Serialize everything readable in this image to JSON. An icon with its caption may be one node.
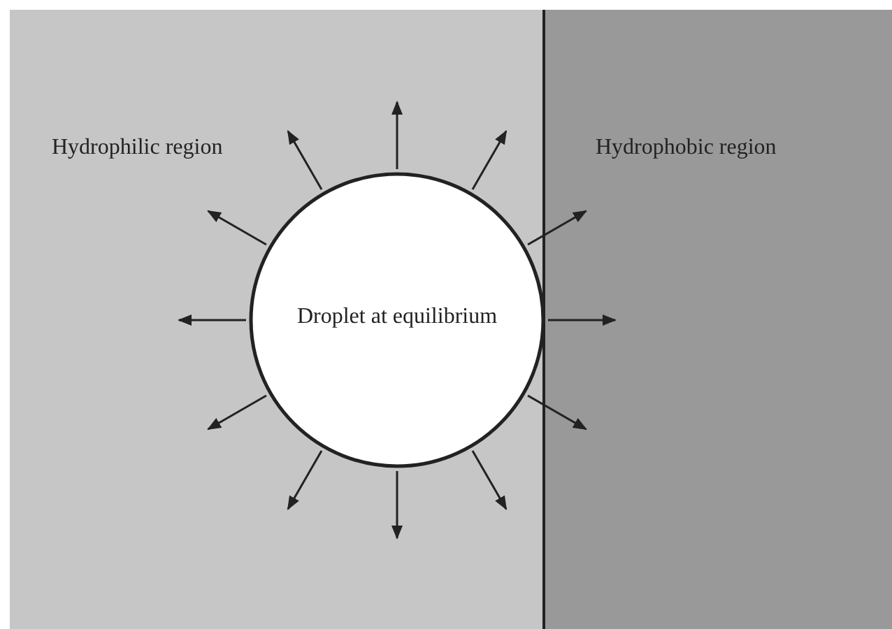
{
  "diagram": {
    "nodes": [
      {
        "text": [
          "Hydrophilic region"
        ]
      },
      {
        "text": [
          "Hydrophobic region"
        ]
      },
      {
        "text": [
          "Droplet at equilibrium"
        ]
      }
    ]
  }
}
